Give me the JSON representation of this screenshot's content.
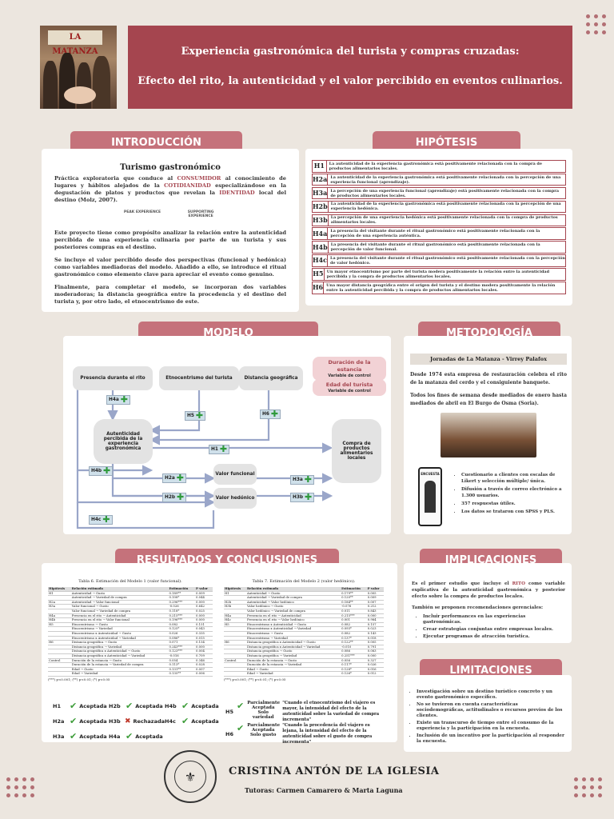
{
  "header": {
    "title_line1": "Experiencia gastronómica del turista y compras cruzadas:",
    "title_line2": "Efecto del rito, la autenticidad y el valor percibido en eventos culinarios.",
    "photo_sign": "LA MATANZA"
  },
  "intro": {
    "heading": "INTRODUCCIÓN",
    "subheading": "Turismo gastronómico",
    "p1_a": "Práctica exploratoria que conduce al ",
    "p1_h1": "CONSUMIDOR",
    "p1_b": " al conocimiento de lugares y hábitos alejados de la ",
    "p1_h2": "COTIDIANIDAD",
    "p1_c": " especializándose en la degustación de platos y productos que revelan la ",
    "p1_h3": "IDENTIDAD",
    "p1_d": " local del destino (Molz, 2007).",
    "tag1": "PEAK EXPERIENCE",
    "tag2": "SUPPORTING EXPERIENCE",
    "p2": "Este proyecto tiene como propósito analizar la relación entre la autenticidad percibida de una experiencia culinaria por parte de un turista y sus posteriores compras en el destino.",
    "p3": "Se incluye el valor percibido desde dos perspectivas (funcional y hedónica) como variables mediadoras del modelo. Añadido a ello, se introduce el ritual gastronómico como elemento clave para apreciar el evento como genuino.",
    "p4": "Finalmente, para completar el modelo, se incorporan dos variables moderadoras; la distancia geográfica entre la procedencia y el destino del turista y, por otro lado, el etnocentrismo de este."
  },
  "hypotheses": {
    "heading": "HIPÓTESIS",
    "items": [
      {
        "k": "H1",
        "d": "La autenticidad de la experiencia gastronómica está positivamente relacionada con la compra de productos alimentarios locales."
      },
      {
        "k": "H2a",
        "d": "La autenticidad de la experiencia gastronómica está positivamente relacionada con la percepción de una experiencia funcional (aprendizaje)."
      },
      {
        "k": "H3a",
        "d": "La percepción de una experiencia funcional (aprendizaje) está positivamente relacionada con la compra de productos alimentarios locales."
      },
      {
        "k": "H2b",
        "d": "La autenticidad de la experiencia gastronómica está positivamente relacionada con la percepción de una experiencia hedónica."
      },
      {
        "k": "H3b",
        "d": "La percepción de una experiencia hedónica está positivamente relacionada con la compra de productos alimentarios locales."
      },
      {
        "k": "H4a",
        "d": "La presencia del visitante durante el ritual gastronómico está positivamente relacionada con la percepción de una experiencia auténtica."
      },
      {
        "k": "H4b",
        "d": "La presencia del visitante durante el ritual gastronómico está positivamente relacionada con la percepción de valor funcional."
      },
      {
        "k": "H4c",
        "d": "La presencia del visitante durante el ritual gastronómico está positivamente relacionada con la percepción de valor hedónico."
      },
      {
        "k": "H5",
        "d": "Un mayor etnocentrismo por parte del turista modera positivamente la relación entre la autenticidad percibida y la compra de productos alimentarios locales."
      },
      {
        "k": "H6",
        "d": "Una mayor distancia geográfica entre el origen del turista y el destino modera positivamente la relación entre la autenticidad percibida y la compra de productos alimentarios locales."
      }
    ]
  },
  "model": {
    "heading": "MODELO",
    "n_rito": "Presencia durante el rito",
    "n_etno": "Etnocentrismo del turista",
    "n_dist": "Distancia geográfica",
    "mod1": "Duración de la estancia",
    "mod2": "Edad del turista",
    "mod_sub": "Variable de control",
    "n_aut": "Autenticidad percibida de la experiencia gastronómica",
    "n_compra": "Compra de productos alimentarios locales",
    "n_func": "Valor funcional",
    "n_hed": "Valor hedónico",
    "tags": {
      "h4a": "H4a",
      "h5": "H5",
      "h6": "H6",
      "h1": "H1",
      "h4b": "H4b",
      "h2a": "H2a",
      "h2b": "H2b",
      "h3a": "H3a",
      "h3b": "H3b",
      "h4c": "H4c"
    }
  },
  "method": {
    "heading": "METODOLOGÍA",
    "sub": "Jornadas de La Matanza - Virrey Palafox",
    "p1": "Desde 1974 esta empresa de restauración celebra el rito de la matanza del cerdo y el consiguiente banquete.",
    "p2": "Todos los fines de semana desde mediados de enero hasta mediados de abril en El Burgo de Osma (Soria).",
    "phone_label": "ENCUESTA",
    "bullets": [
      "Cuestionario a clientes con escalas de Likert y selección múltiple/ única.",
      "Difusión a través de correo electrónico a 1.300 usuarios.",
      "357 respuestas útiles.",
      "Los datos se trataron con SPSS y PLS."
    ]
  },
  "results": {
    "heading": "RESULTADOS Y CONCLUSIONES",
    "t1_caption": "Tabla 6. Estimación del Modelo 1 (valor funcional).",
    "t2_caption": "Tabla 7. Estimación del Modelo 2 (valor hedónico).",
    "cols": [
      "Hipótesis",
      "Relación estimada",
      "Estimación",
      "P valor"
    ],
    "t1_rows": [
      [
        "H1",
        "Autenticidad → Gusto",
        "0.189**",
        "0.009"
      ],
      [
        "",
        "Autenticidad → Variedad de compra",
        "0.108*",
        "0.044"
      ],
      [
        "H2a",
        "Autenticidad → Valor funcional",
        "0.296***",
        "0.000"
      ],
      [
        "H3a",
        "Valor funcional → Gusto",
        "-0.026",
        "0.642"
      ],
      [
        "",
        "Valor funcional → Variedad de compra",
        "0.118*",
        "0.025"
      ],
      [
        "H4a",
        "Presencia en el rito → Autenticidad",
        "0.215***",
        "0.000"
      ],
      [
        "H4b",
        "Presencia en el rito → Valor funcional",
        "0.196***",
        "0.000"
      ],
      [
        "H5",
        "Etnocentrismo → Gusto",
        "0.082",
        "0.151"
      ],
      [
        "",
        "Etnocentrismo → Variedad",
        "0.125*",
        "0.043"
      ],
      [
        "",
        "Etnocentrismo x Autenticidad → Gusto",
        "0.026",
        "0.335"
      ],
      [
        "",
        "Etnocentrismo x Autenticidad → Variedad",
        "0.086*",
        "0.015"
      ],
      [
        "H6",
        "Distancia geográfica → Gusto",
        "0.071",
        "0.154"
      ],
      [
        "",
        "Distancia geográfica → Variedad",
        "0.243***",
        "0.000"
      ],
      [
        "",
        "Distancia geográfica x Autenticidad → Gusto",
        "0.123***",
        "0.004"
      ],
      [
        "",
        "Distancia geográfica x Autenticidad → Variedad",
        "-0.016",
        "0.709"
      ],
      [
        "Control",
        "Duración de la estancia → Gusto",
        "0.054",
        "0.346"
      ],
      [
        "",
        "Duración de la estancia → Variedad de compra",
        "0.113*",
        "0.028"
      ],
      [
        "",
        "Edad → Gusto",
        "0.131**",
        "0.007"
      ],
      [
        "",
        "Edad → Variedad",
        "0.135**",
        "0.006"
      ]
    ],
    "t2_rows": [
      [
        "H1",
        "Autenticidad → Gusto",
        "0.179**",
        "0.005"
      ],
      [
        "",
        "Autenticidad → Variedad de compra",
        "0.120**",
        "0.009"
      ],
      [
        "H2b",
        "Autenticidad → Valor hedónico",
        "0.184**",
        "0.007"
      ],
      [
        "H3b",
        "Valor hedónico → Gusto",
        "-0.076",
        "0.212"
      ],
      [
        "",
        "Valor hedónico → Variedad de compra",
        "0.011",
        "0.843"
      ],
      [
        "H4a",
        "Presencia en el rito → Autenticidad",
        "0.215***",
        "0.000"
      ],
      [
        "H4c",
        "Presencia en el rito → Valor hedónico",
        "0.001",
        "0.984"
      ],
      [
        "H5",
        "Etnocentrismo x Autenticidad → Gusto",
        "0.082",
        "0.157"
      ],
      [
        "",
        "Etnocentrismo x Autenticidad → Variedad",
        "0.093*",
        "0.023"
      ],
      [
        "",
        "Etnocentrismo → Gusto",
        "0.082",
        "0.143"
      ],
      [
        "",
        "Etnocentrismo → Variedad",
        "0.137*",
        "0.018"
      ],
      [
        "H6",
        "Distancia geográfica x Autenticidad → Gusto",
        "0.122**",
        "0.005"
      ],
      [
        "",
        "Distancia geográfica x Autenticidad → Variedad",
        "-0.010",
        "0.791"
      ],
      [
        "",
        "Distancia geográfica → Gusto",
        "0.086",
        "0.083"
      ],
      [
        "",
        "Distancia geográfica → Variedad",
        "0.251***",
        "0.000"
      ],
      [
        "Control",
        "Duración de la estancia → Gusto",
        "0.056",
        "0.327"
      ],
      [
        "",
        "Duración de la estancia → Variedad",
        "0.117*",
        "0.026"
      ],
      [
        "",
        "Edad → Gusto",
        "0.128*",
        "0.016"
      ],
      [
        "",
        "Edad → Variedad",
        "0.126*",
        "0.012"
      ]
    ],
    "note1": "(***) p<0.001; (**) p<0.01; (*) p<0.05",
    "note2": "(***) p<0.001; (**) p<0.01; (*) p<0.05",
    "summary": [
      {
        "k": "H1",
        "s": "Aceptada",
        "ok": true
      },
      {
        "k": "H2a",
        "s": "Aceptada",
        "ok": true
      },
      {
        "k": "H3a",
        "s": "Aceptada",
        "ok": true
      },
      {
        "k": "H2b",
        "s": "Aceptada",
        "ok": true
      },
      {
        "k": "H3b",
        "s": "Rechazada",
        "ok": false
      },
      {
        "k": "H4a",
        "s": "Aceptada",
        "ok": true
      },
      {
        "k": "H4b",
        "s": "Aceptada",
        "ok": true
      },
      {
        "k": "H4c",
        "s": "Aceptada",
        "ok": true
      }
    ],
    "h5_k": "H5",
    "h5_s": "Parcialmente Aceptada Solo variedad",
    "h5_q": "\"Cuando el etnocentrismo del viajero es mayor, la intensidad del efecto de la autenticidad sobre la variedad de compra incrementa\"",
    "h6_k": "H6",
    "h6_s": "Parcialmente Aceptada Solo gusto",
    "h6_q": "\"Cuando la procedencia del viajero es lejana, la intensidad del efecto de la autenticidad sobre el gusto de compra incrementa\""
  },
  "implications": {
    "heading": "IMPLICACIONES",
    "p1_a": "Es el primer estudio que incluye el ",
    "p1_h": "RITO",
    "p1_b": " como variable explicativa de la autenticidad gastronómica y posterior efecto sobre la compra de productos locales.",
    "p2": "También se proponen recomendaciones gerenciales:",
    "bullets": [
      "Incluir performances en las experiencias gastronómicas.",
      "Crear estrategias conjuntas entre empresas locales.",
      "Ejecutar programas de atracción turística."
    ]
  },
  "limitations": {
    "heading": "LIMITACIONES",
    "bullets": [
      "Investigación sobre un destino turístico concreto y un evento gastronómico específico.",
      "No se tuvieron en cuenta características sociodemográficas, actitudinales o recursos previos de los clientes.",
      "Existe un transcurso de tiempo entre el consumo de la experiencia y la participación en la encuesta.",
      "Inclusión de un incentivo por la participación al responder la encuesta."
    ]
  },
  "footer": {
    "author": "CRISTINA ANTÓN DE LA IGLESIA",
    "tutors": "Tutoras: Carmen Camarero & Marta Laguna"
  },
  "colors": {
    "accent": "#a5454f",
    "section": "#c5727b",
    "bg": "#ece6df",
    "green": "#2f9a3c"
  }
}
